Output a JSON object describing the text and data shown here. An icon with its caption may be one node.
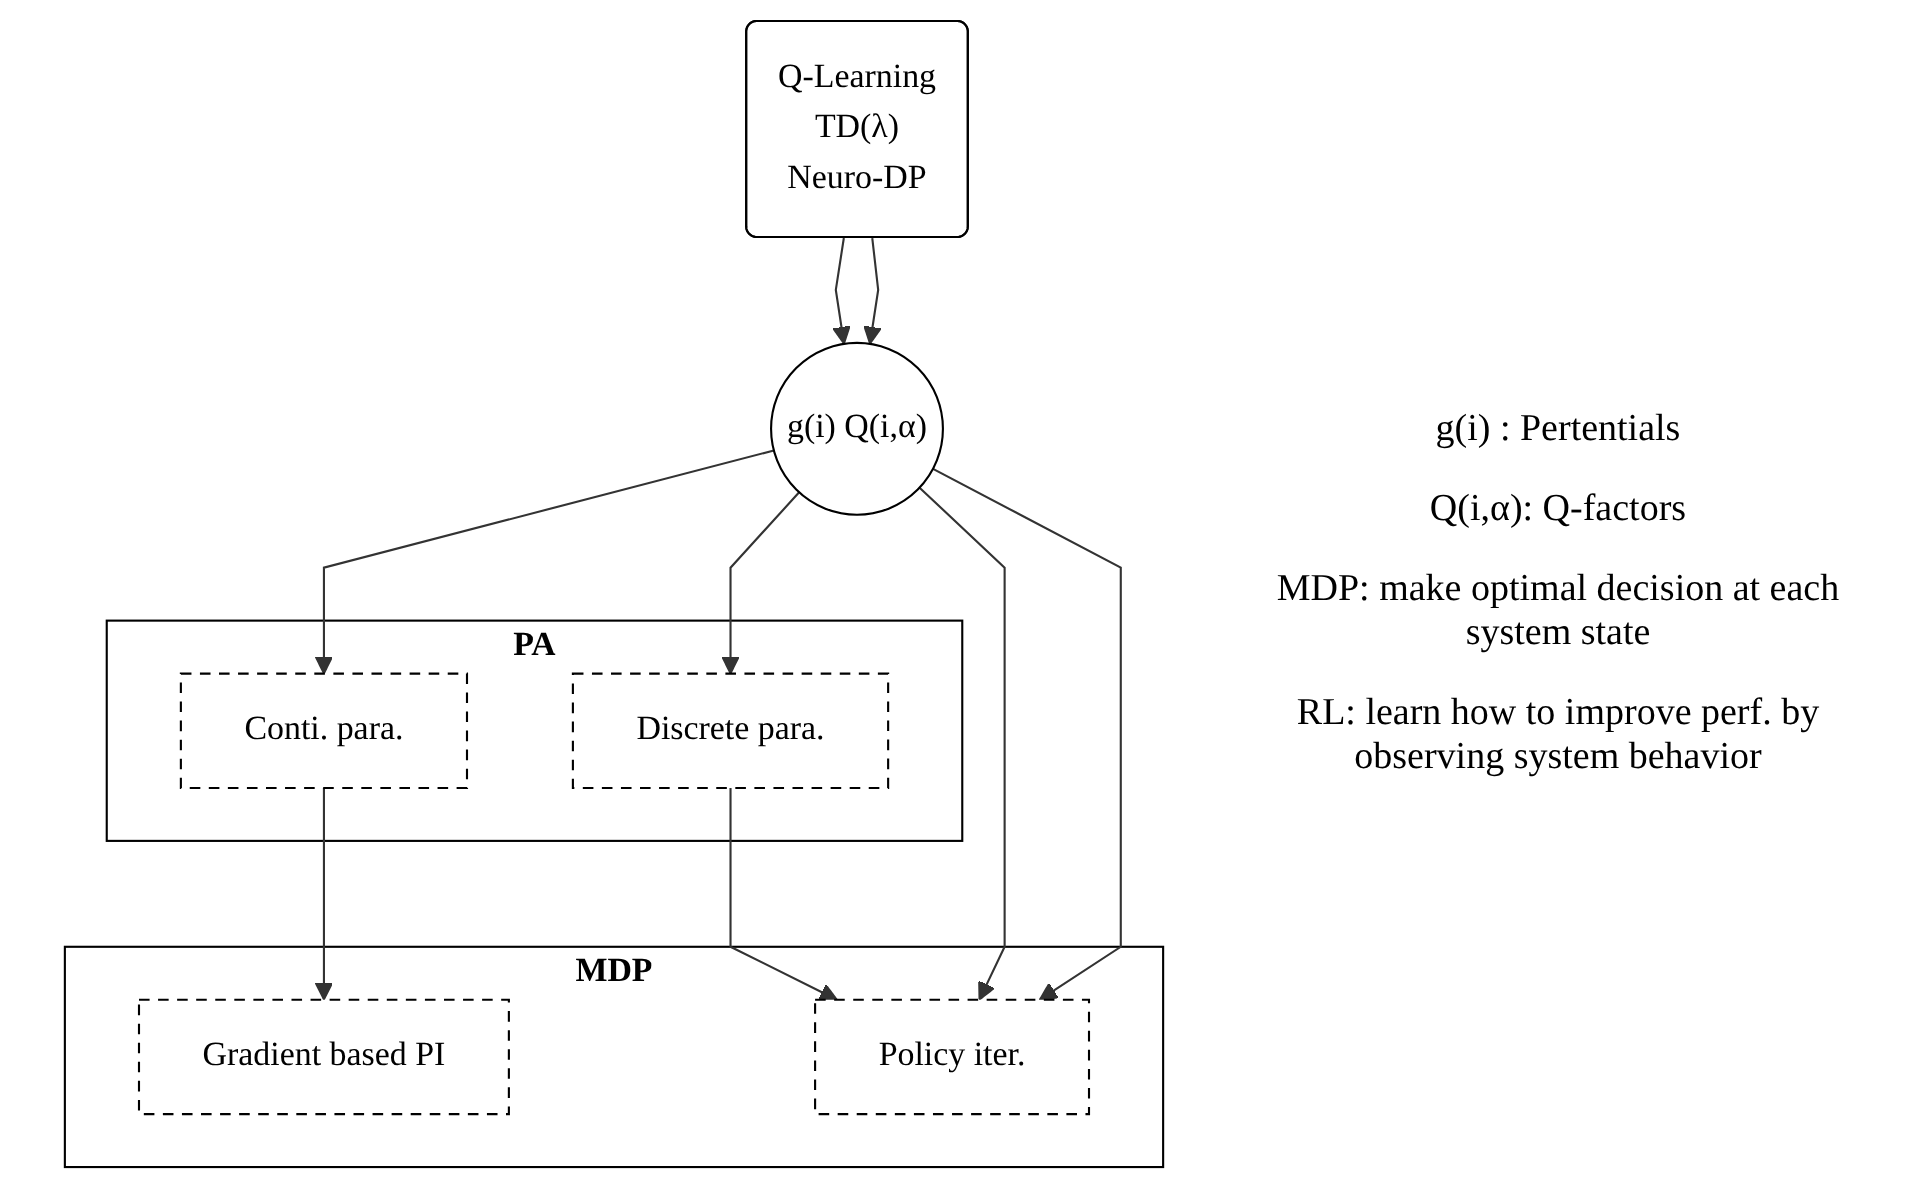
{
  "diagram": {
    "nodes": [
      {
        "text": [
          "PA"
        ]
      },
      {
        "text": [
          "Conti. para."
        ],
        "in": 0
      },
      {
        "text": [
          "Discrete para."
        ],
        "in": 0
      },
      {
        "text": [
          "g(i) Q(i,α)"
        ]
      },
      {
        "text": [
          "MDP"
        ]
      },
      {
        "text": [
          "Gradient based PI"
        ],
        "in": 4
      },
      {
        "text": [
          "Policy iter."
        ],
        "in": 4
      },
      {
        "text": [
          "Q-Learning",
          "TD(λ)",
          "Neuro-DP"
        ]
      }
    ],
    "edges": [
      {
        "from": 1,
        "to": 5,
        "arrow": "to"
      },
      {
        "from": 2,
        "to": 6,
        "arrow": "to"
      },
      {
        "from": 3,
        "to": 1,
        "arrow": "to"
      },
      {
        "from": 3,
        "to": 2,
        "arrow": "to"
      },
      {
        "from": 3,
        "to": 6,
        "arrow": "to"
      },
      {
        "from": 3,
        "to": 6,
        "arrow": "to"
      },
      {
        "from": 7,
        "to": 3,
        "arrow": "to"
      },
      {
        "from": 7,
        "to": 3,
        "arrow": "to"
      }
    ],
    "labels": [
      "g(i) : Pertentials",
      "Q(i,α): Q-factors",
      "MDP: make optimal decision at each system state",
      "RL: learn how to improve perf. by observing system behavior"
    ]
  }
}
